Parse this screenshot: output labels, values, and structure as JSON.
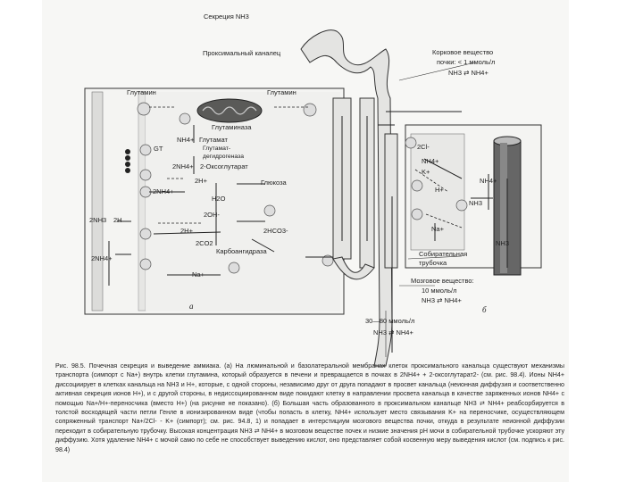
{
  "labels": {
    "top_secretion": "Секреция NH3",
    "proximal_tubule": "Проксимальный каналец",
    "cortex": "Корковое вещество",
    "cortex_conc": "почки: < 1 ммоль/л",
    "cortex_eq": "NH3 ⇄ NH4+",
    "glutamine_left": "Глутамин",
    "glutamine_right": "Глутамин",
    "glutaminase": "Глутаминаза",
    "nh4_glutamate_a": "NH4+",
    "glutamate": "Глутамат",
    "glutamate_dh_1": "Глутамат-",
    "glutamate_dh_2": "дегидрогеназа",
    "two_nh4_oxo": "2NH4+",
    "oxoglutarate": "2-Оксоглутарат",
    "gt": "GT",
    "two_h_plus": "2H+",
    "glucose": "Глюкоза",
    "two_nh4_mid": "2NH4+",
    "h2o": "H2O",
    "two_oh": "2OH-",
    "two_nh3": "2NH3",
    "two_h": "2H",
    "two_h_plus_lower": "2H+",
    "two_hco3": "2HCO3-",
    "two_co2": "2CO2",
    "carbonic_anhydrase": "Карбоангидраза",
    "two_nh4_lumen": "2NH4+",
    "na_plus": "Na+",
    "panel_a": "а",
    "two_cl": "2Cl-",
    "nh4_b": "NH4+",
    "k_plus": "K+",
    "nh3_b": "NH3",
    "na_b": "Na+",
    "h_plus_b": "H+",
    "nh3_duct": "NH3",
    "nh4_duct": "NH4+",
    "collecting_duct_1": "Собирательная",
    "collecting_duct_2": "трубочка",
    "medulla_1": "Мозговое вещество:",
    "medulla_2": "10 ммоль/л",
    "medulla_3": "NH3 ⇄ NH4+",
    "panel_b": "б",
    "bottom_conc": "30—80 ммоль/л",
    "bottom_eq": "NH3 ⇄ NH4+"
  },
  "caption": "Рис. 98.5. Почечная секреция и выведение аммиака. (а) На люминальной и базолатеральной мембранах клеток проксимального канальца существуют механизмы транспорта (симпорт с Na+) внутрь клетки глутамина, который образуется в печени и превращается в почках в 2NH4+ + 2-оксоглутарат2- (см. рис. 98.4). Ионы NH4+ диссоциирует в клетках канальца на NH3 и H+, которые, с одной стороны, независимо друг от друга попадают в просвет канальца (неионная диффузия и соответственно активная секреция ионов H+), и с другой стороны, в недиссоциированном виде покидают клетку в направлении просвета канальца в качестве заряженных ионов NH4+ с помощью Na+/H+-переносчика (вместо H+) (на рисунке не показано). (б) Большая часть образованного в проксимальном канальце NH3 ⇄ NH4+ реабсорбируется в толстой восходящей части петли Генле в ионизированном виде (чтобы попасть в клетку, NH4+ использует место связывания K+ на переносчике, осуществляющем сопряженный транспорт Na+/2Cl- - K+ (симпорт); см. рис. 94.8, 1) и попадает в интерстициум мозгового вещества почки, откуда в результате неионной диффузии переходит в собирательную трубочку. Высокая концентрация NH3 ⇄ NH4+ в мозговом веществе почек и низкие значения pH мочи в собирательной трубочке ускоряют эту диффузию. Хотя удаление NH4+ с мочой само по себе не способствует выведению кислот, оно представляет собой косвенную меру выведения кислот (см. подпись к рис. 98.4)"
}
